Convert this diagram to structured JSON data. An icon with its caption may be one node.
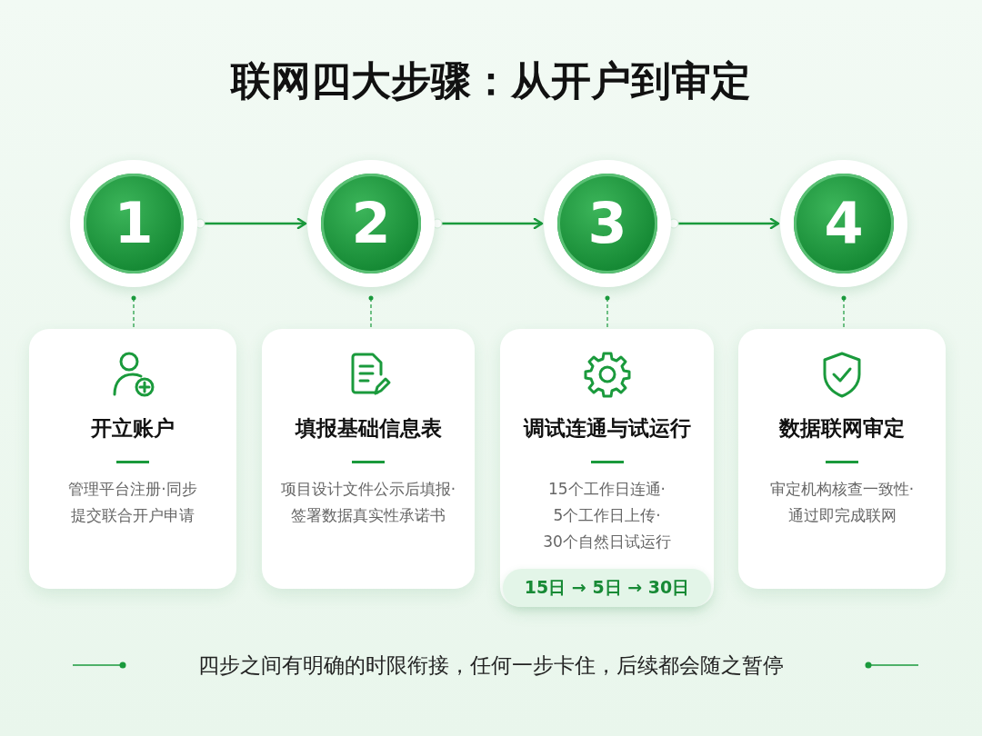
{
  "diagram": {
    "title": "联网四大步骤：从开户到审定",
    "nodes": [
      {
        "text": [
          "1"
        ]
      },
      {
        "text": [
          "2"
        ]
      },
      {
        "text": [
          "3"
        ]
      },
      {
        "text": [
          "4"
        ]
      },
      {
        "text": [
          "开立账户",
          "管理平台注册·同步提交联合开户申请"
        ]
      },
      {
        "text": [
          "填报基础信息表",
          "项目设计文件公示后填报·签署数据真实性承诺书"
        ]
      },
      {
        "text": [
          "调试连通与试运行",
          "15个工作日连通·5个工作日上传·30个自然日试运行"
        ]
      },
      {
        "text": [
          "数据联网审定",
          "审定机构核查一致性·通过即完成联网"
        ]
      },
      {
        "text": [
          "15日 → 5日 → 30日"
        ],
        "in": 6
      }
    ],
    "edges": [
      {
        "from": 0,
        "to": 1,
        "arrow": "to"
      },
      {
        "from": 1,
        "to": 2,
        "arrow": "to"
      },
      {
        "from": 2,
        "to": 3,
        "arrow": "to"
      },
      {
        "from": 0,
        "to": 4,
        "arrow": "other",
        "style": "dashed"
      },
      {
        "from": 1,
        "to": 5,
        "arrow": "other",
        "style": "dashed"
      },
      {
        "from": 2,
        "to": 6,
        "arrow": "other",
        "style": "dashed"
      },
      {
        "from": 3,
        "to": 7,
        "arrow": "other",
        "style": "dashed"
      }
    ],
    "labels": [
      "四步之间有明确的时限衔接，任何一步卡住，后续都会随之暂停"
    ]
  }
}
